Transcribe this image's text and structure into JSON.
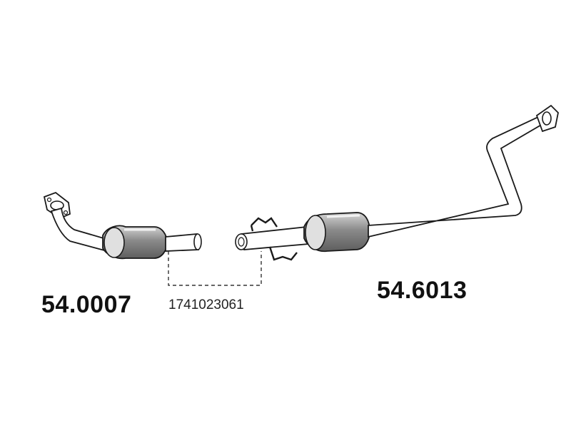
{
  "parts": {
    "front_section": {
      "part_number": "54.0007"
    },
    "rear_section": {
      "part_number": "54.6013"
    },
    "connector": {
      "part_number": "1741023061"
    }
  },
  "colors": {
    "line": "#1a1a1a",
    "catalyst_dark": "#6e6e6e",
    "catalyst_light": "#d6d6d6",
    "pipe_fill": "#ffffff"
  }
}
